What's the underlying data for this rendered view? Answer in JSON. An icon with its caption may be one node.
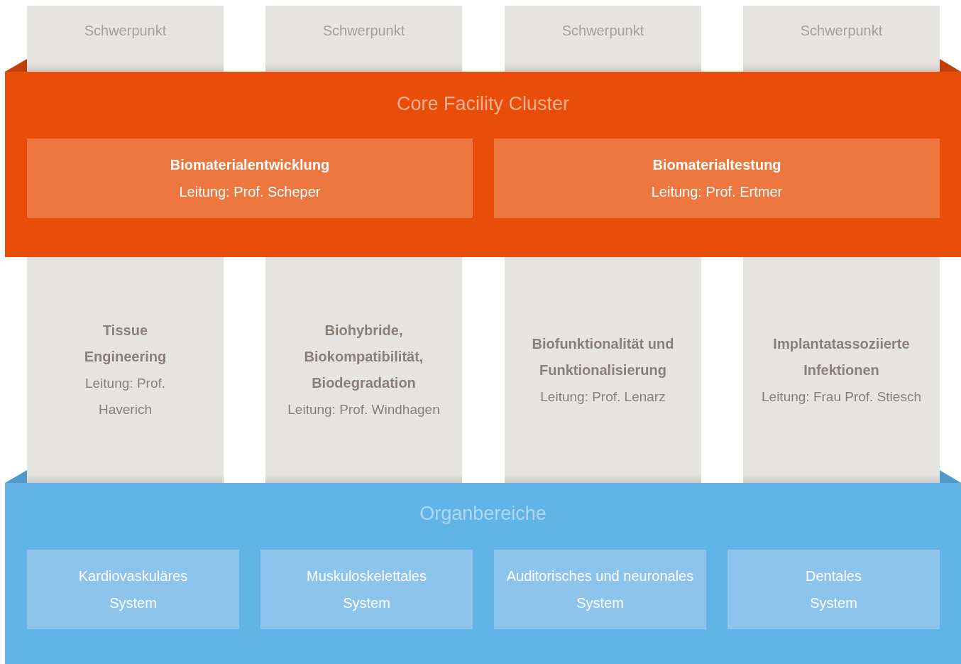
{
  "diagram": {
    "nodes": [
      {
        "text": [
          "Schwerpunkt"
        ]
      },
      {
        "text": [
          "Schwerpunkt"
        ]
      },
      {
        "text": [
          "Schwerpunkt"
        ]
      },
      {
        "text": [
          "Schwerpunkt"
        ]
      },
      {
        "text": [
          "Core Facility Cluster"
        ]
      },
      {
        "text": [
          "Biomaterialentwicklung",
          "Leitung: Prof. Scheper"
        ],
        "in": 4
      },
      {
        "text": [
          "Biomaterialtestung",
          "Leitung: Prof. Ertmer"
        ],
        "in": 4
      },
      {
        "text": [
          "Tissue Engineering",
          "Leitung: Prof. Haverich"
        ]
      },
      {
        "text": [
          "Biohybride, Biokompatibilität, Biodegradation",
          "Leitung: Prof. Windhagen"
        ]
      },
      {
        "text": [
          "Biofunktionalität und Funktionalisierung",
          "Leitung: Prof. Lenarz"
        ]
      },
      {
        "text": [
          "Implantatassoziierte Infektionen",
          "Leitung: Frau Prof. Stiesch"
        ]
      },
      {
        "text": [
          "Organbereiche"
        ]
      },
      {
        "text": [
          "Kardiovaskuläres System"
        ],
        "in": 11
      },
      {
        "text": [
          "Muskuloskelettales System"
        ],
        "in": 11
      },
      {
        "text": [
          "Auditorisches und neuronales System"
        ],
        "in": 11
      },
      {
        "text": [
          "Dentales System"
        ],
        "in": 11
      }
    ]
  }
}
